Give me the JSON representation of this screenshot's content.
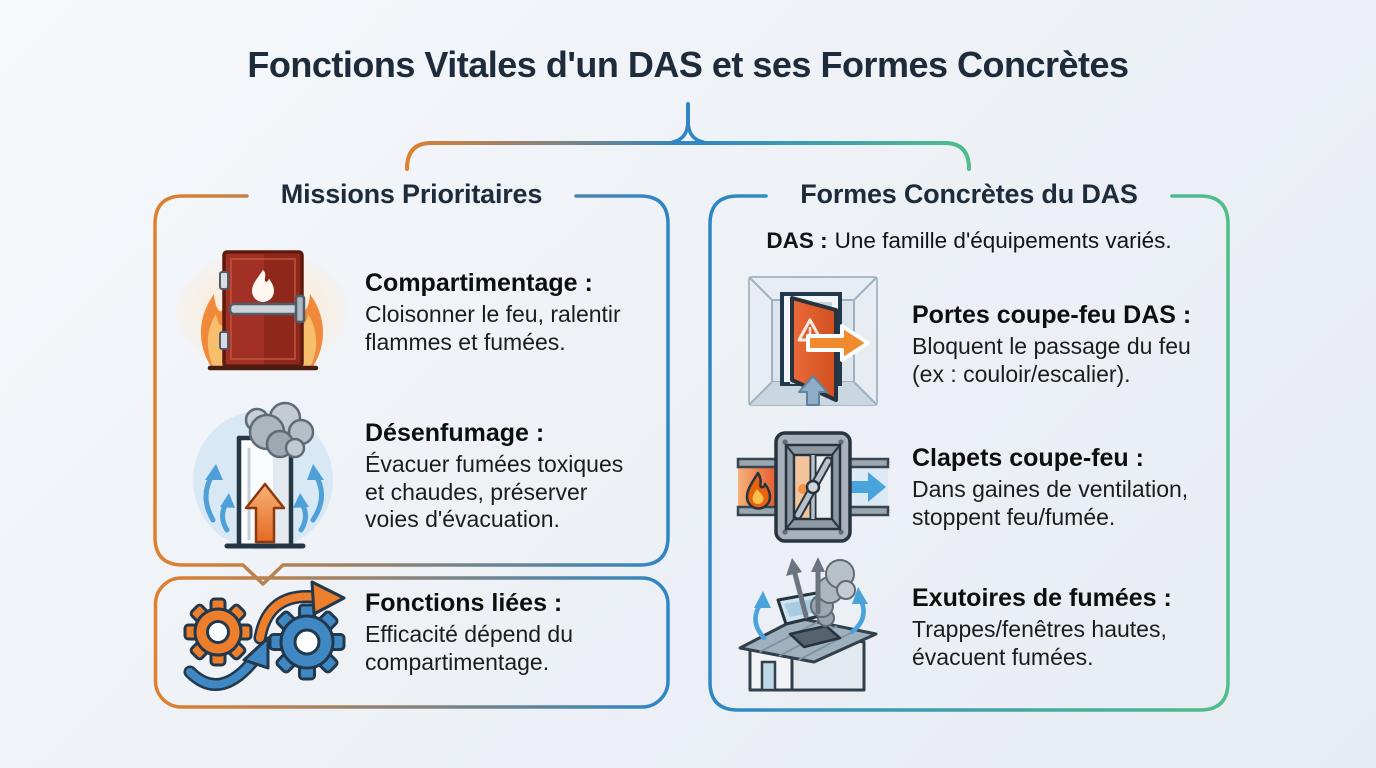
{
  "title": "Fonctions Vitales d'un DAS et ses Formes Concrètes",
  "left_panel": {
    "header": "Missions Prioritaires",
    "items": [
      {
        "icon": "fire-door-icon",
        "heading": "Compartimentage :",
        "body": "Cloisonner le feu, ralentir\nflammes et fumées."
      },
      {
        "icon": "smoke-extraction-icon",
        "heading": "Désenfumage :",
        "body": "Évacuer fumées toxiques\net chaudes, préserver\nvoies d'évacuation."
      }
    ],
    "linked_box": {
      "icon": "linked-gears-icon",
      "heading": "Fonctions liées :",
      "body": "Efficacité dépend du\ncompartimentage."
    }
  },
  "right_panel": {
    "header": "Formes Concrètes du DAS",
    "intro": {
      "bold": "DAS :",
      "text": "Une famille d'équipements variés."
    },
    "items": [
      {
        "icon": "das-fire-door-icon",
        "heading": "Portes coupe-feu DAS :",
        "body": "Bloquent le passage du feu\n(ex : couloir/escalier)."
      },
      {
        "icon": "fire-damper-icon",
        "heading": "Clapets coupe-feu :",
        "body": "Dans gaines de ventilation,\nstoppent feu/fumée."
      },
      {
        "icon": "smoke-vent-icon",
        "heading": "Exutoires de fumées :",
        "body": "Trappes/fenêtres hautes,\névacuent fumées."
      }
    ]
  },
  "colors": {
    "accent_orange": "#E0802F",
    "accent_blue": "#2F86C4",
    "accent_green": "#4FBE8C",
    "title_navy": "#1D2B3A",
    "body_text": "#161616",
    "background": "#F0F3F7"
  }
}
